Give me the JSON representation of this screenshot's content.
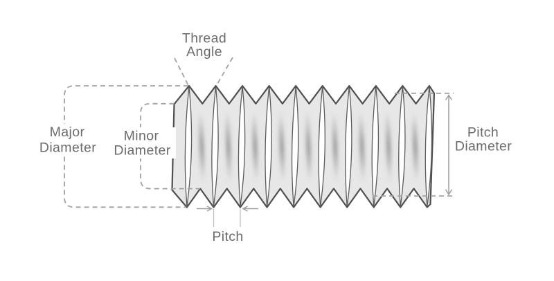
{
  "labels": {
    "thread_angle": {
      "line1": "Thread",
      "line2": "Angle"
    },
    "major_diameter": {
      "line1": "Major",
      "line2": "Diameter"
    },
    "minor_diameter": {
      "line1": "Minor",
      "line2": "Diameter"
    },
    "pitch_diameter": {
      "line1": "Pitch",
      "line2": "Diameter"
    },
    "pitch": {
      "label": "Pitch"
    }
  },
  "thread": {
    "crest_count": 10,
    "shaded_root_count": 9
  },
  "colors": {
    "background": "#ffffff",
    "body_fill": "#e7e7e7",
    "outline": "#4f4f4f",
    "crest_fill": "#ffffff",
    "crest_stroke": "#5a5a5a",
    "dash": "#a2a2a2",
    "text": "#6b6b6b",
    "arrow": "#9e9e9e",
    "leader": "#bcbcbc",
    "shading": "#6e6e6e"
  }
}
